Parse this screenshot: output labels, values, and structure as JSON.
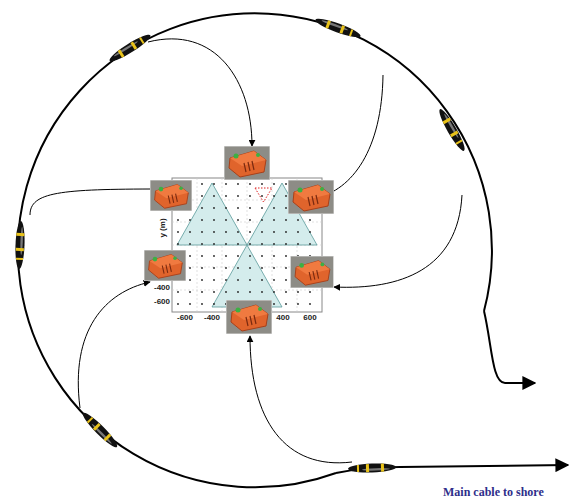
{
  "diagram": {
    "labels": [
      "y (m)",
      "-600",
      "-400",
      "400",
      "600",
      "-400",
      "-600",
      "Main cable to shore"
    ]
  }
}
